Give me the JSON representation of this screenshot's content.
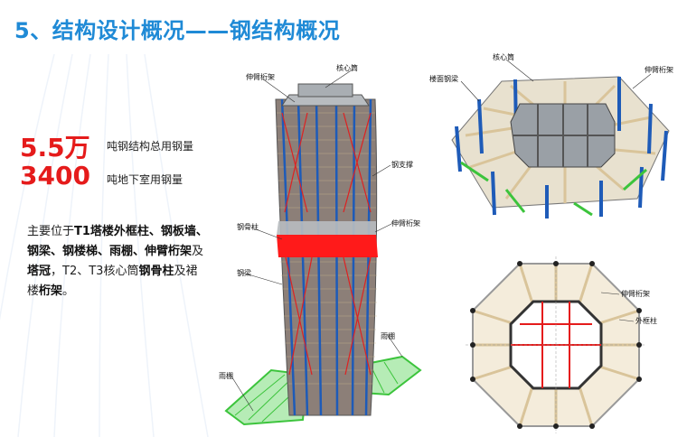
{
  "title": "5、结构设计概况——钢结构概况",
  "stats": [
    {
      "value": "5.5万",
      "label": "吨钢结构总用钢量"
    },
    {
      "value": "3400",
      "label": "吨地下室用钢量"
    }
  ],
  "description": {
    "p1": "主要位于",
    "b1": "T1塔楼外框柱、钢板墙、钢梁、钢楼梯、雨棚、伸臂桁架",
    "p2": "及",
    "b2": "塔冠",
    "p3": "，T2、T3核心筒",
    "b3": "钢骨柱",
    "p4": "及裙楼",
    "b4": "桁架",
    "p5": "。"
  },
  "tower_labels": {
    "outrigger_top": "伸臂桁架",
    "core": "核心筒",
    "brace": "钢支撑",
    "steel_column": "钢骨柱",
    "outrigger_mid": "伸臂桁架",
    "steel_beam": "钢梁",
    "canopy_right": "雨棚",
    "canopy_left": "雨棚"
  },
  "floor_labels": {
    "core": "核心筒",
    "floor_beam": "楼面钢梁",
    "outrigger": "伸臂桁架"
  },
  "plan_labels": {
    "outrigger": "伸臂桁架",
    "outer_column": "外框柱"
  },
  "colors": {
    "title": "#1f8ad6",
    "accent_red": "#e51b1b",
    "steel_blue": "#1e5bb8",
    "canopy_green": "#3cc43c",
    "beam_tan": "#d9c49a",
    "core_gray": "#9aa0a6"
  }
}
